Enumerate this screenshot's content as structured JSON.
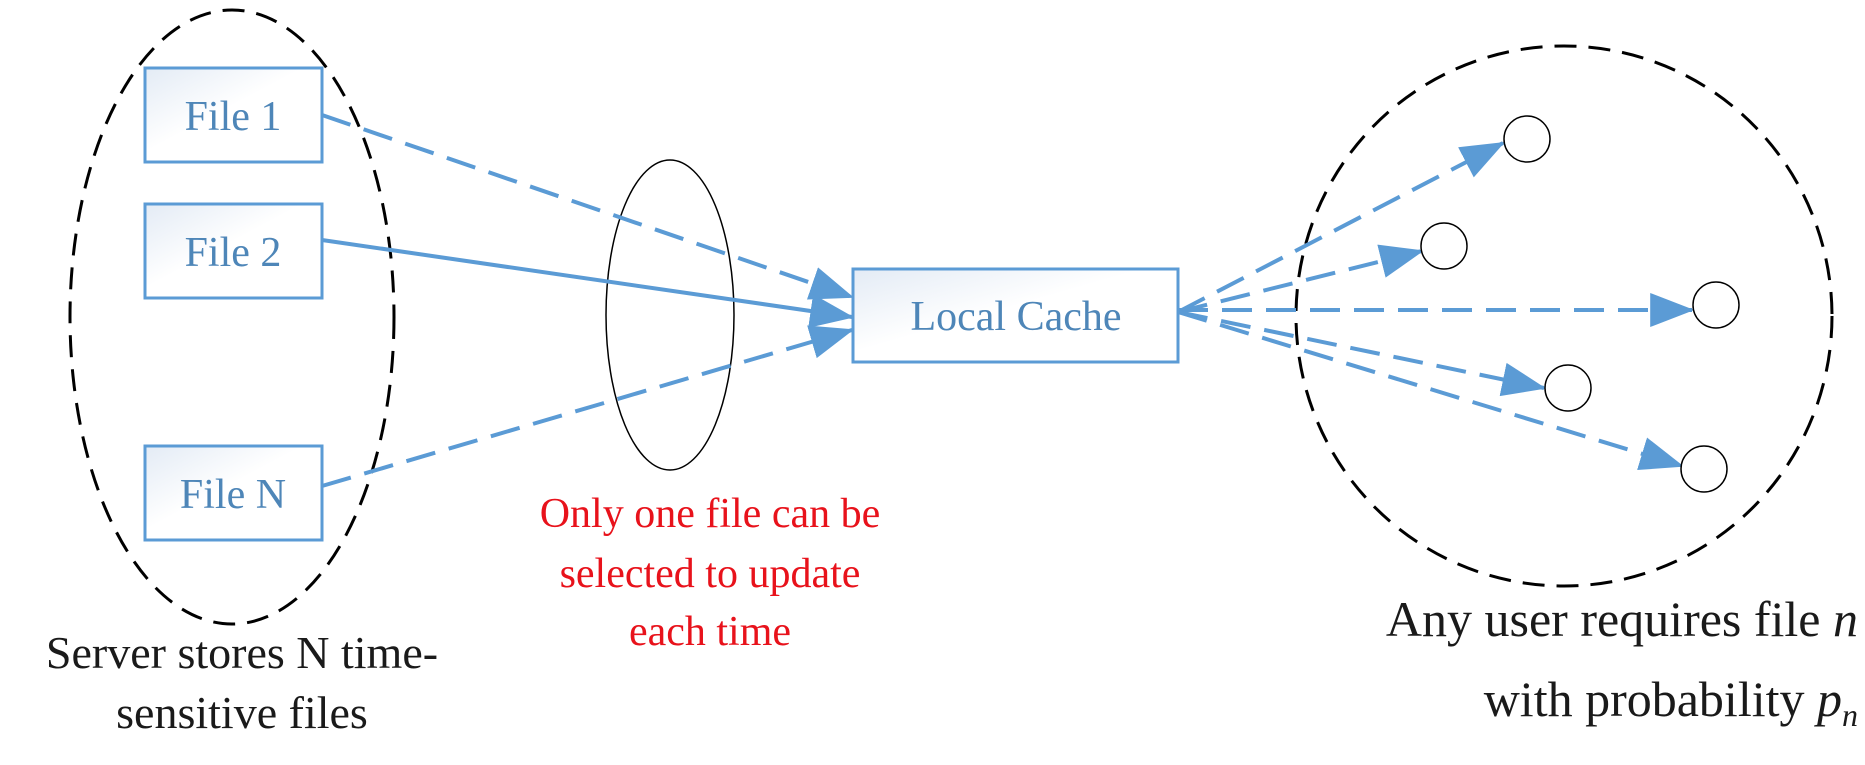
{
  "server": {
    "files": [
      "File 1",
      "File 2",
      "File N"
    ],
    "caption_lines": [
      "Server stores N time-",
      "sensitive files"
    ]
  },
  "note_lines": [
    "Only one file can be",
    "selected to update",
    "each time"
  ],
  "cache_label": "Local Cache",
  "users": {
    "caption_line1": "Any user requires file ",
    "caption_var1": "n",
    "caption_line2": "with probability ",
    "caption_var2": "p",
    "caption_sub2": "n"
  },
  "colors": {
    "accent": "#5b9bd5",
    "box_text": "#4e86b8",
    "note": "#e8121b",
    "outline": "#000000"
  }
}
